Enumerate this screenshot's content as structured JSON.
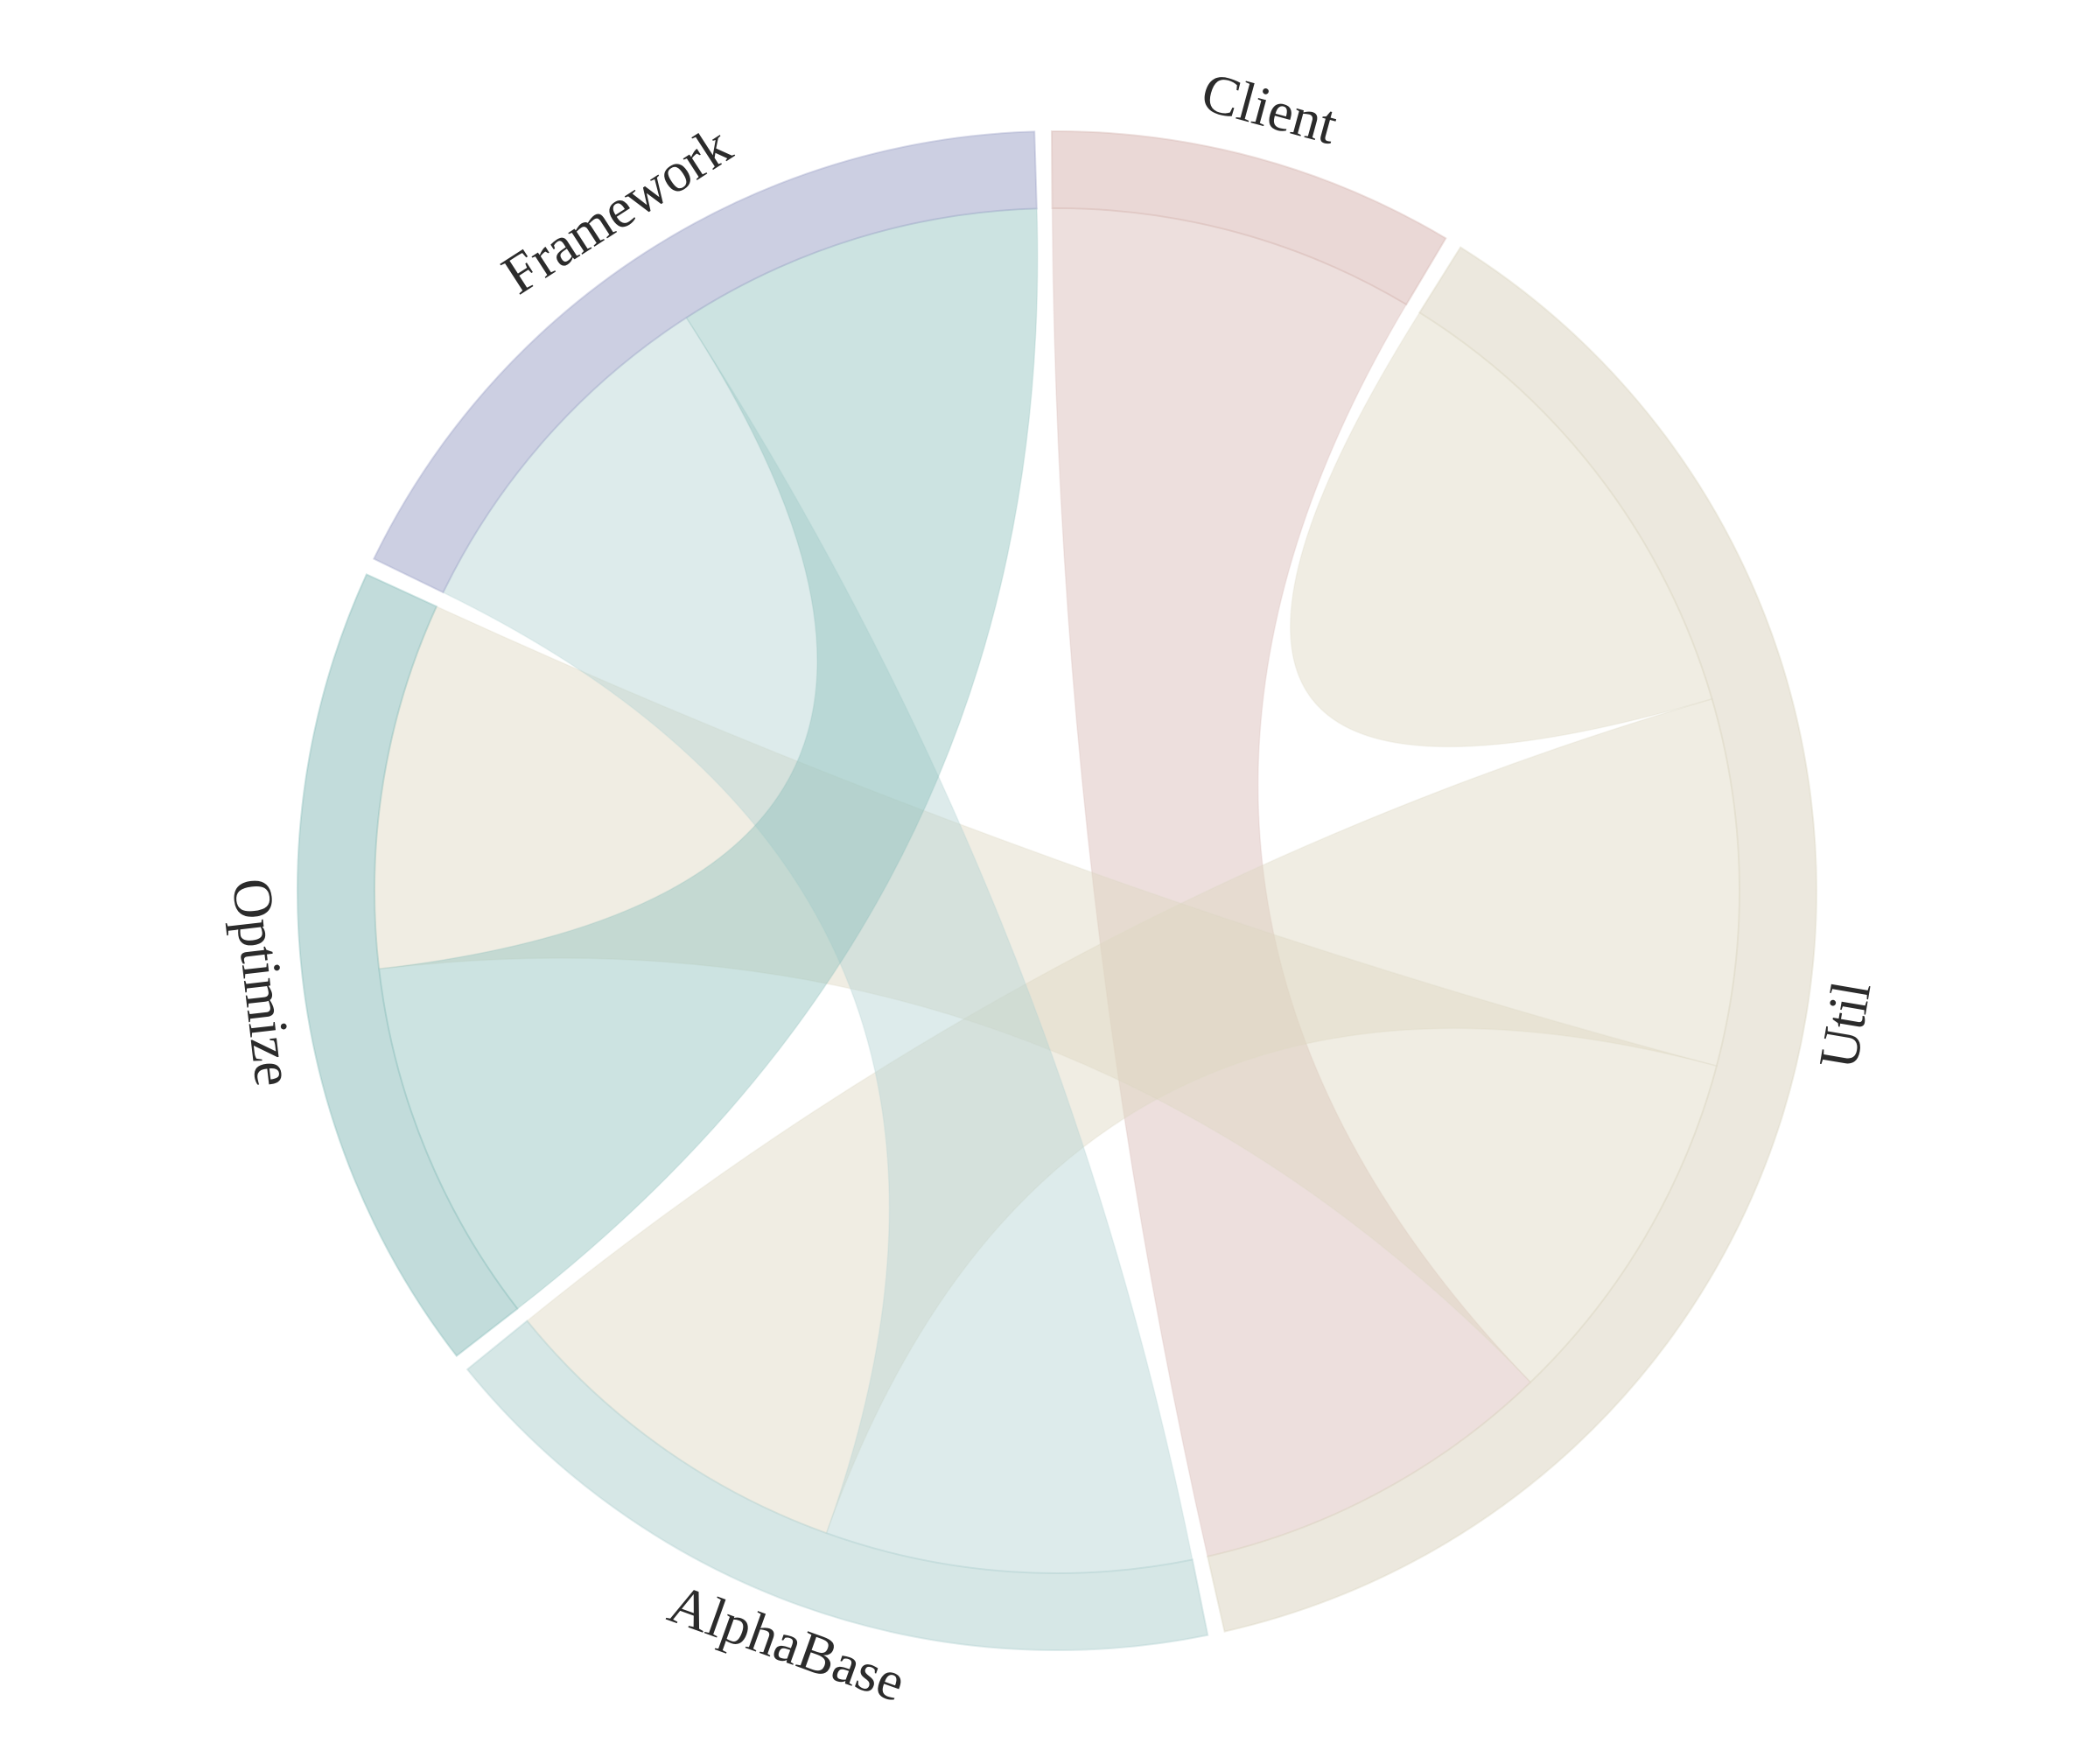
{
  "chart_data": {
    "type": "chord",
    "groups": [
      {
        "name": "Client",
        "color": "#d8b8b4"
      },
      {
        "name": "Util",
        "color": "#ddd6c2"
      },
      {
        "name": "AlphaBase",
        "color": "#b4d3d2"
      },
      {
        "name": "Optimize",
        "color": "#8fc0bd"
      },
      {
        "name": "Framework",
        "color": "#a2a8cb"
      }
    ],
    "matrix": [
      [
        0,
        3,
        0,
        0,
        0
      ],
      [
        0,
        4,
        3,
        3,
        0
      ],
      [
        0,
        0,
        0,
        0,
        3
      ],
      [
        0,
        0,
        0,
        0,
        3
      ],
      [
        0,
        0,
        0,
        0,
        0
      ]
    ]
  }
}
